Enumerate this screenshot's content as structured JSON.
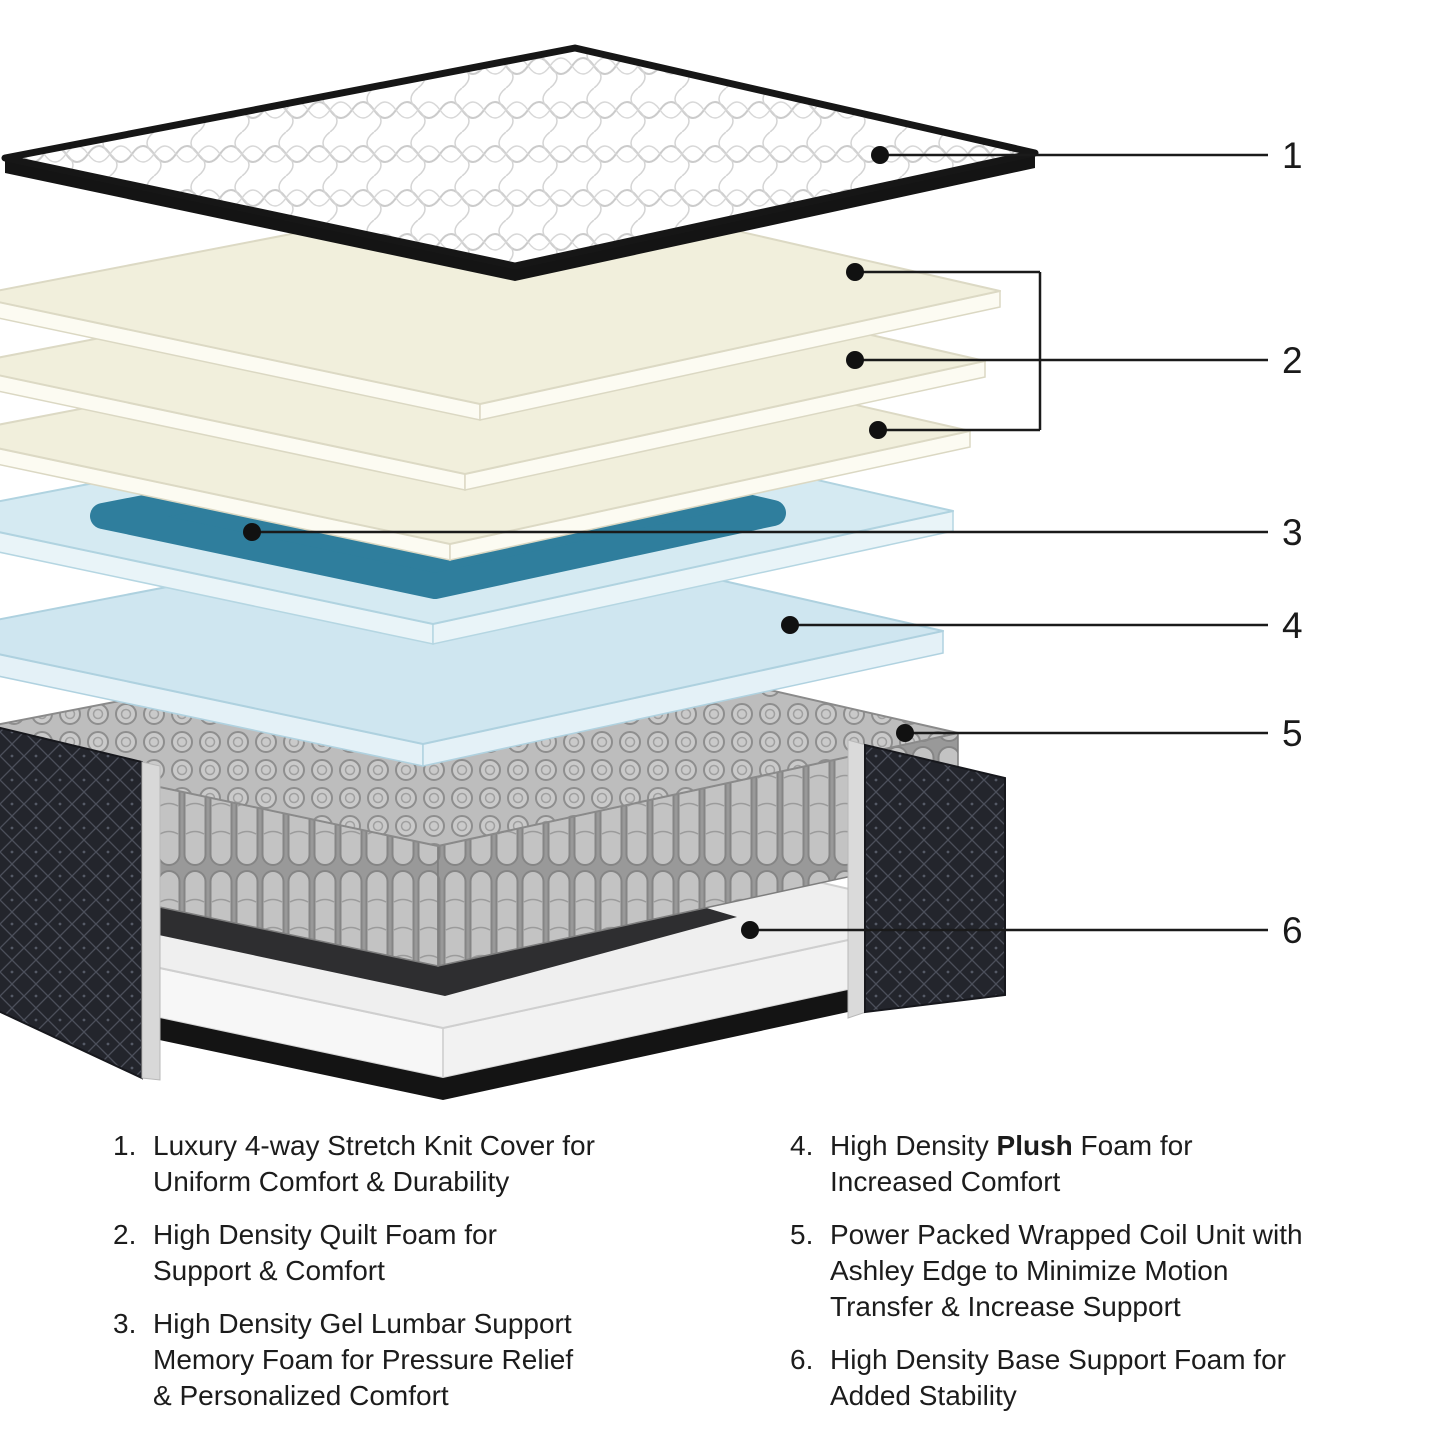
{
  "figure": {
    "callouts": [
      "1",
      "2",
      "3",
      "4",
      "5",
      "6"
    ]
  },
  "legend": {
    "left": [
      {
        "num": "1.",
        "line1": "Luxury 4-way Stretch Knit Cover for",
        "line2": "Uniform Comfort & Durability"
      },
      {
        "num": "2.",
        "line1": "High Density Quilt Foam for",
        "line2": "Support & Comfort"
      },
      {
        "num": "3.",
        "line1": "High Density Gel Lumbar Support",
        "line2": "Memory Foam for Pressure Relief",
        "line3": "& Personalized Comfort"
      }
    ],
    "right": [
      {
        "num": "4.",
        "pre": "High Density ",
        "bold": "Plush",
        "post": " Foam for",
        "line2": "Increased Comfort"
      },
      {
        "num": "5.",
        "line1": "Power Packed Wrapped Coil Unit with",
        "line2": "Ashley Edge to Minimize Motion",
        "line3": "Transfer & Increase Support"
      },
      {
        "num": "6.",
        "line1": "High Density Base Support Foam for",
        "line2": "Added Stability"
      }
    ]
  },
  "colors": {
    "foam_cream": "#f1efdc",
    "foam_blue": "#cfe6f0",
    "gel_dark": "#2f7e9d",
    "fabric_dark": "#23252c"
  }
}
